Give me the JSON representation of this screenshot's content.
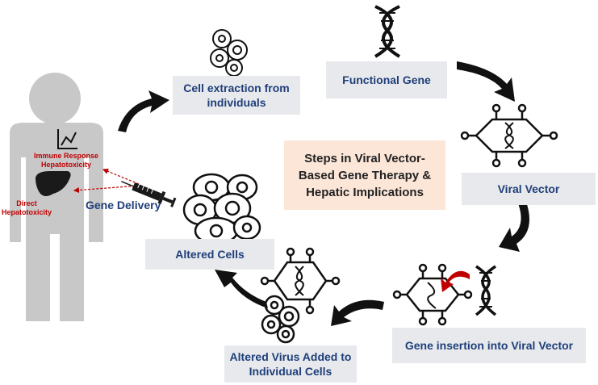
{
  "title": "Steps in Viral Vector-Based Gene Therapy & Hepatic Implications",
  "steps": {
    "cell_extraction": "Cell extraction from individuals",
    "functional_gene": "Functional Gene",
    "viral_vector": "Viral Vector",
    "gene_insertion": "Gene insertion into Viral Vector",
    "altered_virus": "Altered Virus Added to Individual Cells",
    "altered_cells": "Altered Cells"
  },
  "human": {
    "immune_response": "Immune Response",
    "hepatotoxicity": "Hepatotoxicity",
    "direct": "Direct",
    "direct_hepatotoxicity": "Hepatotoxicity",
    "gene_delivery": "Gene Delivery"
  },
  "colors": {
    "box_bg": "#e8e9ec",
    "box_text": "#1f3f7a",
    "title_bg": "#fce6d8",
    "silhouette": "#c8c8c8",
    "red_text": "#c00000",
    "arrow": "#111111"
  },
  "icons": [
    "dna-icon",
    "virus-icon",
    "cells-icon",
    "syringe-icon",
    "liver-icon",
    "chart-icon",
    "person-silhouette-icon",
    "curved-arrow-icon"
  ]
}
